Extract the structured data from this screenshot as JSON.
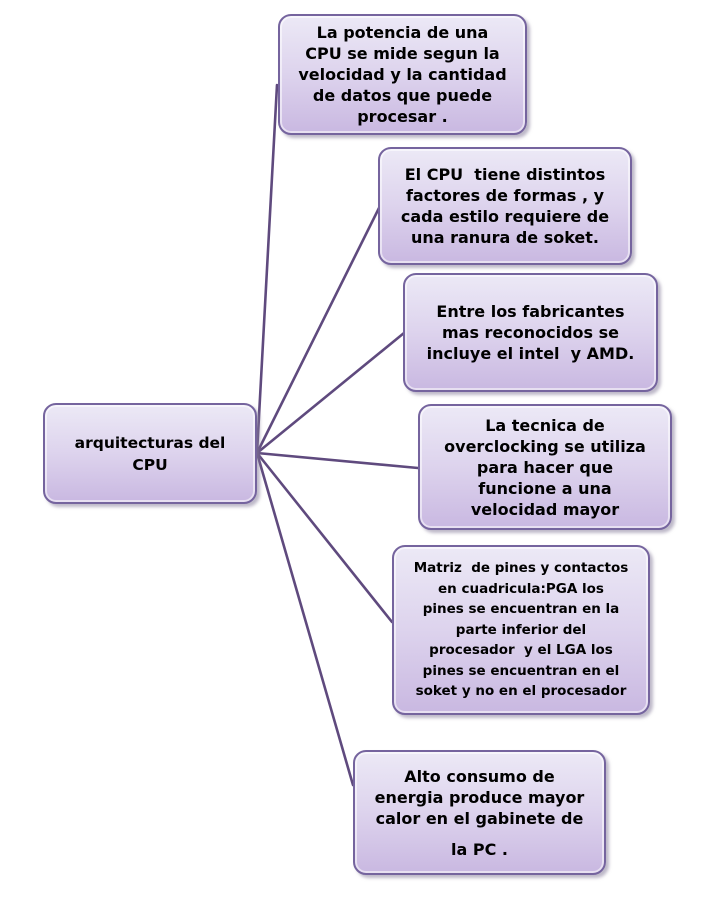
{
  "diagram": {
    "type": "radial-mindmap",
    "language": "es",
    "center": {
      "text": "arquitecturas del\nCPU",
      "connects_to": "all-nodes"
    },
    "nodes": [
      {
        "id": "cpu-power",
        "connects_to": "center",
        "text": "La potencia de una\nCPU se mide segun la\nvelocidad y la cantidad\nde datos que puede\nprocesar ."
      },
      {
        "id": "form-factors",
        "connects_to": "center",
        "text": "El CPU  tiene distintos\nfactores de formas , y\ncada estilo requiere de\nuna ranura de soket."
      },
      {
        "id": "manufacturers",
        "connects_to": "center",
        "text": "Entre los fabricantes\nmas reconocidos se\nincluye el intel  y AMD."
      },
      {
        "id": "overclocking",
        "connects_to": "center",
        "text": "La tecnica de\noverclocking se utiliza\npara hacer que\nfuncione a una\nvelocidad mayor"
      },
      {
        "id": "pin-grid",
        "connects_to": "center",
        "text": "Matriz  de pines y contactos\nen cuadricula:PGA los\npines se encuentran en la\nparte inferior del\nprocesador  y el LGA los\npines se encuentran en el\nsoket y no en el procesador"
      },
      {
        "id": "power-consumption",
        "connects_to": "center",
        "text": "Alto consumo de\nenergia produce mayor\ncalor en el gabinete de",
        "text2": "la PC ."
      }
    ]
  },
  "colors": {
    "background": "#ffffff",
    "node_fill_top": "#ece9f6",
    "node_fill_bottom": "#c9b8e1",
    "node_border": "#75649e",
    "connector_line": "#5f4a7e",
    "text": "#000000"
  }
}
